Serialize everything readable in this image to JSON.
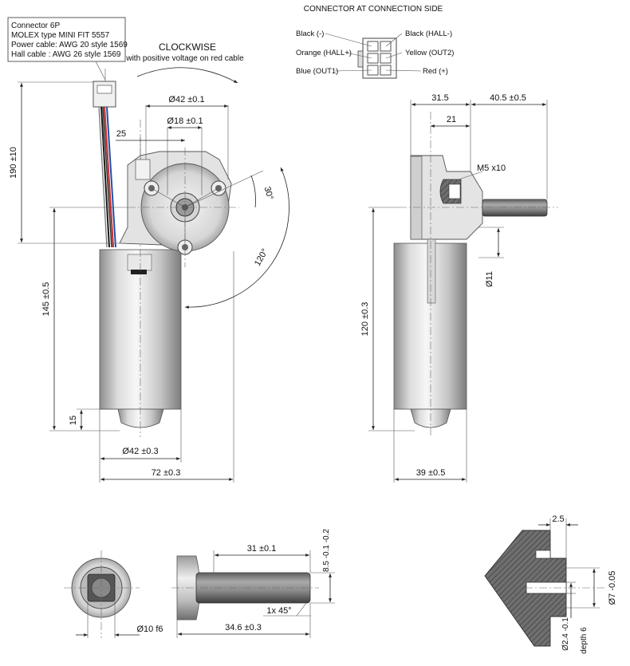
{
  "connector_box": {
    "line1": "Connector 6P",
    "line2": "MOLEX type MINI FIT 5557",
    "line3": "Power cable: AWG 20 style 1569",
    "line4": "Hall cable   : AWG 26 style 1569"
  },
  "rotation": {
    "title": "CLOCKWISE",
    "subtitle": "with positive voltage on red cable"
  },
  "connector_side": {
    "title": "CONNECTOR AT CONNECTION SIDE",
    "black_minus": "Black (-)",
    "orange_hall_plus": "Orange (HALL+)",
    "blue_out1": "Blue (OUT1)",
    "black_hall_minus": "Black (HALL-)",
    "yellow_out2": "Yellow (OUT2)",
    "red_plus": "Red (+)"
  },
  "front_view": {
    "d_outer": "Ø42 ±0.1",
    "d_inner": "Ø18 ±0.1",
    "offset": "25",
    "angle_30": "30°",
    "angle_120": "120°",
    "total_height": "190 ±10",
    "motor_height": "145 ±0.5",
    "tip": "15",
    "d_motor": "Ø42 ±0.3",
    "width": "72 ±0.3"
  },
  "side_view": {
    "w1": "31.5",
    "w2": "40.5 ±0.5",
    "w3": "21",
    "thread": "M5 x10",
    "d_shaft_boss": "Ø11",
    "height": "120 ±0.3",
    "width": "39 ±0.5"
  },
  "shaft_detail": {
    "length": "31 ±0.1",
    "flat": "8.5 -0.1 -0.2",
    "chamfer": "1x 45°",
    "total": "34.6 ±0.3",
    "d_shaft": "Ø10 f6"
  },
  "section_detail": {
    "depth_step": "2.5",
    "d_bore": "Ø7 -0.05",
    "d_hole": "Ø2.4 -0.1",
    "hole_depth": "depth 6"
  }
}
